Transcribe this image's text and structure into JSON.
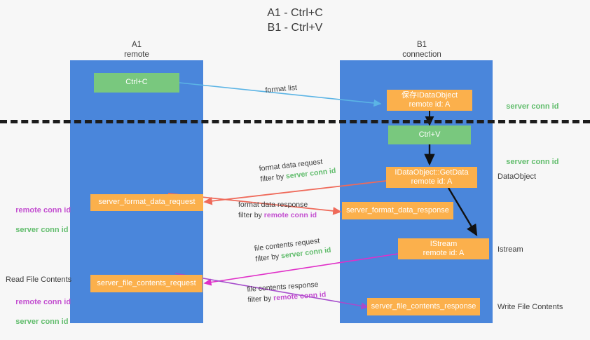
{
  "title": "A1 - Ctrl+C\nB1 - Ctrl+V",
  "columns": {
    "left": "A1\nremote",
    "right": "B1\nconnection"
  },
  "colors": {
    "lane": "#4a86db",
    "green_box": "#79c87e",
    "orange_box": "#fbb04c",
    "server_conn_text": "#62bd6d",
    "remote_conn_text": "#c34fd0",
    "divider": "#1c1c1c",
    "arrow_blue": "#5bb4e5",
    "arrow_red": "#ef6a5a",
    "arrow_black": "#111111",
    "arrow_magenta": "#e030c8",
    "arrow_purple": "#a64ccc",
    "background": "#f7f7f7"
  },
  "boxes": {
    "ctrl_c": "Ctrl+C",
    "ctrl_v": "Ctrl+V",
    "save_idataobject": "保存IDataObject\nremote id: A",
    "getdata": "IDataObject::GetData\nremote id: A",
    "istream": "IStream\nremote id: A",
    "server_format_data_request": "server_format_data_request",
    "server_format_data_response": "server_format_data_response",
    "server_file_contents_request": "server_file_contents_request",
    "server_file_contents_response": "server_file_contents_response"
  },
  "right_labels": {
    "server_conn_id_top": "server conn id",
    "server_conn_id_mid": "server conn id",
    "dataobject": "DataObject",
    "istream": "Istream",
    "write_file_contents": "Write File Contents"
  },
  "left_labels": {
    "format_remote": "remote conn id",
    "format_server": "server conn id",
    "read_file_contents": "Read File Contents",
    "file_remote": "remote conn id",
    "file_server": "server conn id"
  },
  "arrow_labels": {
    "format_list": "format list",
    "format_data_request_line1": "format data request",
    "format_data_request_filter_prefix": "filter by ",
    "format_data_request_filter_value": "server conn id",
    "format_data_response_line1": "format data response",
    "format_data_response_filter_prefix": "filter by ",
    "format_data_response_filter_value": "remote conn id",
    "file_contents_request_line1": "file contents request",
    "file_contents_request_filter_prefix": "filter by ",
    "file_contents_request_filter_value": "server conn id",
    "file_contents_response_line1": "file contents response",
    "file_contents_response_filter_prefix": "filter by ",
    "file_contents_response_filter_value": "remote conn id"
  }
}
